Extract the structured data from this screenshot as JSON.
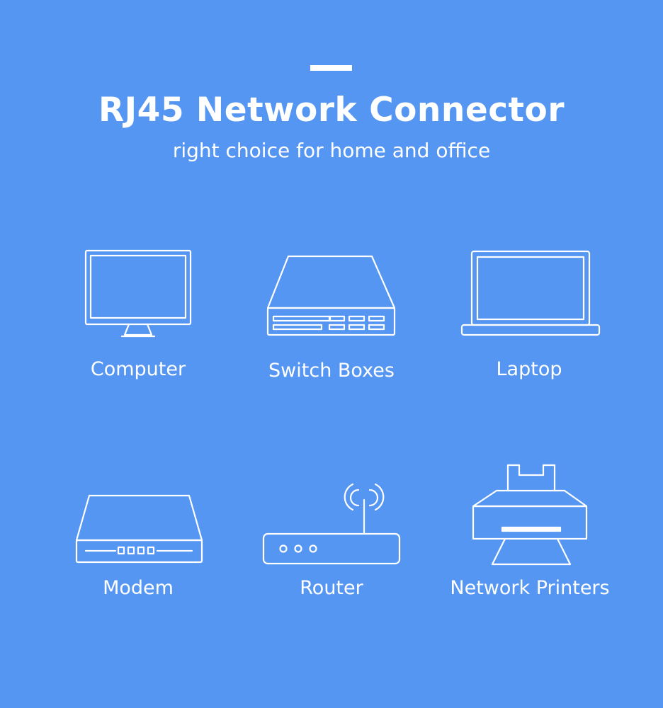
{
  "page": {
    "title": "RJ45 Network Connector",
    "subtitle": "right choice for home and office"
  },
  "devices": [
    {
      "label": "Computer",
      "icon": "computer-icon"
    },
    {
      "label": "Switch Boxes",
      "icon": "switch-box-icon"
    },
    {
      "label": "Laptop",
      "icon": "laptop-icon"
    },
    {
      "label": "Modem",
      "icon": "modem-icon"
    },
    {
      "label": "Router",
      "icon": "router-icon"
    },
    {
      "label": "Network Printers",
      "icon": "printer-icon"
    }
  ],
  "colors": {
    "background": "#5696f3",
    "foreground": "#ffffff"
  }
}
